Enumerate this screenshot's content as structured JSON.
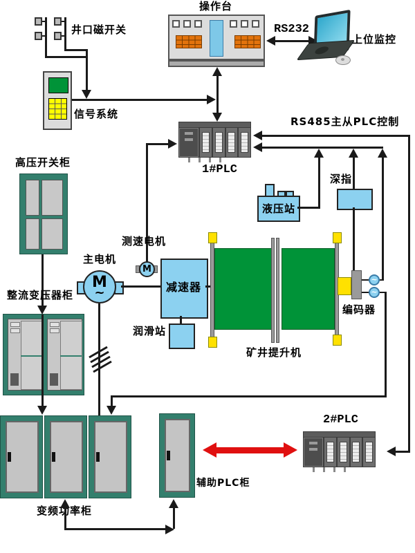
{
  "labels": {
    "wellhead_magnetic_switch": "井口磁开关",
    "signal_system": "信号系统",
    "operator_console": "操作台",
    "rs232": "RS232",
    "host_monitor": "上位监控",
    "plc1": "1#PLC",
    "rs485_bus": "RS485主从PLC控制",
    "hydraulic_station": "液压站",
    "depth_indicator": "深指",
    "hv_switch_cabinet": "高压开关柜",
    "rectifier_transformer_cabinet": "整流变压器柜",
    "main_motor": "主电机",
    "speed_motor": "测速电机",
    "reducer": "减速器",
    "lubrication_station": "润滑站",
    "mine_hoist": "矿井提升机",
    "encoder": "编码器",
    "vfd_power_cabinet": "变频功率柜",
    "aux_plc_cabinet": "辅助PLC柜",
    "plc2": "2#PLC"
  },
  "glyphs": {
    "motor_m": "M",
    "motor_wave": "~",
    "encoder_wave": "~"
  },
  "colors": {
    "device_blue": "#8CD1F0",
    "drum_green": "#009338",
    "cabinet_teal": "#337F6D",
    "arrow_red": "#E01010",
    "keypad_yellow": "#FFFF00",
    "console_orange": "#E2730D",
    "block_yellow": "#FFE100",
    "line_black": "#1A1A1A"
  }
}
